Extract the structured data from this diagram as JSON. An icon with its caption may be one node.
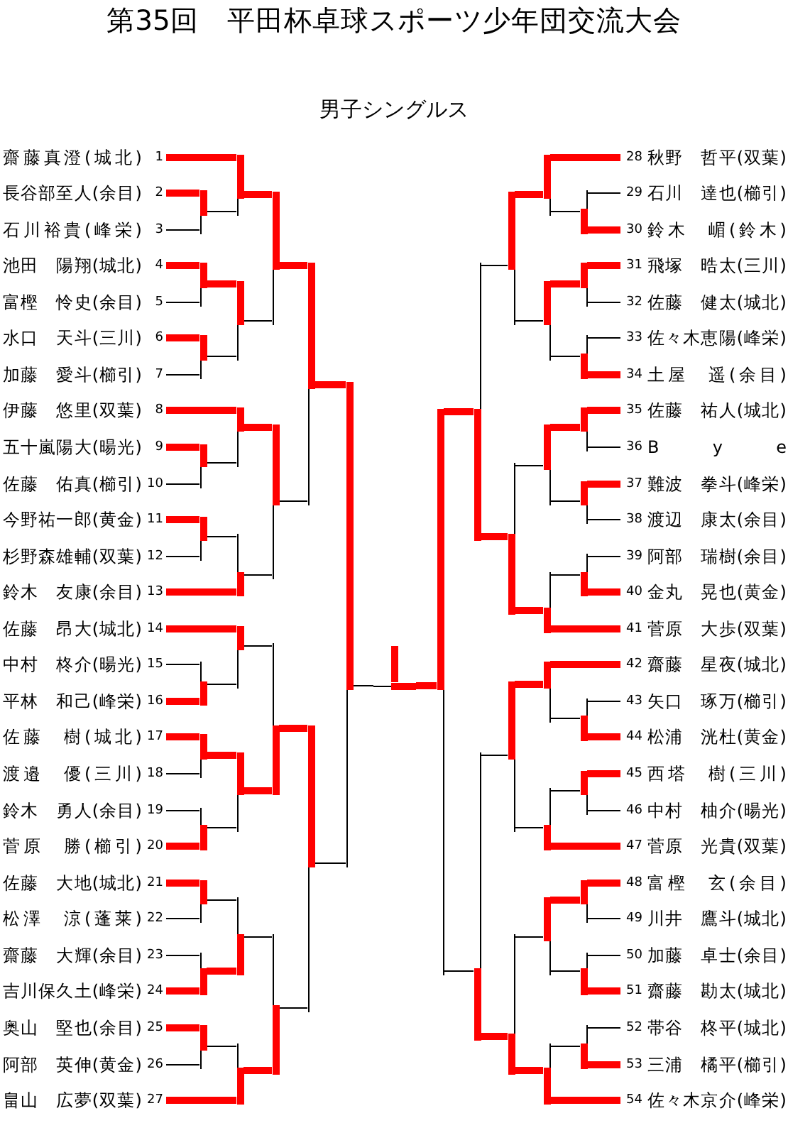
{
  "diagram": {
    "title": "第35回　平田杯卓球スポーツ少年団交流大会",
    "labels": [
      "男子シングルス"
    ],
    "nodes": [
      {
        "text": [
          "齋藤真澄(城北)"
        ],
        "beside": [
          "1"
        ]
      },
      {
        "text": [
          "長谷部至人(余目)"
        ],
        "beside": [
          "2"
        ]
      },
      {
        "text": [
          "石川裕貴(峰栄)"
        ],
        "beside": [
          "3"
        ]
      },
      {
        "text": [
          "池田　陽翔(城北)"
        ],
        "beside": [
          "4"
        ]
      },
      {
        "text": [
          "富樫　怜史(余目)"
        ],
        "beside": [
          "5"
        ]
      },
      {
        "text": [
          "水口　天斗(三川)"
        ],
        "beside": [
          "6"
        ]
      },
      {
        "text": [
          "加藤　愛斗(櫛引)"
        ],
        "beside": [
          "7"
        ]
      },
      {
        "text": [
          "伊藤　悠里(双葉)"
        ],
        "beside": [
          "8"
        ]
      },
      {
        "text": [
          "五十嵐陽大(暘光)"
        ],
        "beside": [
          "9"
        ]
      },
      {
        "text": [
          "佐藤　佑真(櫛引)"
        ],
        "beside": [
          "10"
        ]
      },
      {
        "text": [
          "今野祐一郎(黄金)"
        ],
        "beside": [
          "11"
        ]
      },
      {
        "text": [
          "杉野森雄輔(双葉)"
        ],
        "beside": [
          "12"
        ]
      },
      {
        "text": [
          "鈴木　友康(余目)"
        ],
        "beside": [
          "13"
        ]
      },
      {
        "text": [
          "佐藤　昂大(城北)"
        ],
        "beside": [
          "14"
        ]
      },
      {
        "text": [
          "中村　柊介(暘光)"
        ],
        "beside": [
          "15"
        ]
      },
      {
        "text": [
          "平林　和己(峰栄)"
        ],
        "beside": [
          "16"
        ]
      },
      {
        "text": [
          "佐藤　樹(城北)"
        ],
        "beside": [
          "17"
        ]
      },
      {
        "text": [
          "渡邉　優(三川)"
        ],
        "beside": [
          "18"
        ]
      },
      {
        "text": [
          "鈴木　勇人(余目)"
        ],
        "beside": [
          "19"
        ]
      },
      {
        "text": [
          "菅原　勝(櫛引)"
        ],
        "beside": [
          "20"
        ]
      },
      {
        "text": [
          "佐藤　大地(城北)"
        ],
        "beside": [
          "21"
        ]
      },
      {
        "text": [
          "松澤　涼(蓬莱)"
        ],
        "beside": [
          "22"
        ]
      },
      {
        "text": [
          "齋藤　大輝(余目)"
        ],
        "beside": [
          "23"
        ]
      },
      {
        "text": [
          "吉川保久土(峰栄)"
        ],
        "beside": [
          "24"
        ]
      },
      {
        "text": [
          "奥山　堅也(余目)"
        ],
        "beside": [
          "25"
        ]
      },
      {
        "text": [
          "阿部　英伸(黄金)"
        ],
        "beside": [
          "26"
        ]
      },
      {
        "text": [
          "畠山　広夢(双葉)"
        ],
        "beside": [
          "27"
        ]
      },
      {
        "text": [
          "秋野　哲平(双葉)"
        ],
        "beside": [
          "28"
        ]
      },
      {
        "text": [
          "石川　達也(櫛引)"
        ],
        "beside": [
          "29"
        ]
      },
      {
        "text": [
          "鈴木　嵋(鈴木)"
        ],
        "beside": [
          "30"
        ]
      },
      {
        "text": [
          "飛塚　晧太(三川)"
        ],
        "beside": [
          "31"
        ]
      },
      {
        "text": [
          "佐藤　健太(城北)"
        ],
        "beside": [
          "32"
        ]
      },
      {
        "text": [
          "佐々木恵陽(峰栄)"
        ],
        "beside": [
          "33"
        ]
      },
      {
        "text": [
          "土屋　遥(余目)"
        ],
        "beside": [
          "34"
        ]
      },
      {
        "text": [
          "佐藤　祐人(城北)"
        ],
        "beside": [
          "35"
        ]
      },
      {
        "text": [
          "B y e"
        ],
        "beside": [
          "36"
        ]
      },
      {
        "text": [
          "難波　拳斗(峰栄)"
        ],
        "beside": [
          "37"
        ]
      },
      {
        "text": [
          "渡辺　康太(余目)"
        ],
        "beside": [
          "38"
        ]
      },
      {
        "text": [
          "阿部　瑞樹(余目)"
        ],
        "beside": [
          "39"
        ]
      },
      {
        "text": [
          "金丸　晃也(黄金)"
        ],
        "beside": [
          "40"
        ]
      },
      {
        "text": [
          "菅原　大歩(双葉)"
        ],
        "beside": [
          "41"
        ]
      },
      {
        "text": [
          "齋藤　星夜(城北)"
        ],
        "beside": [
          "42"
        ]
      },
      {
        "text": [
          "矢口　琢万(櫛引)"
        ],
        "beside": [
          "43"
        ]
      },
      {
        "text": [
          "松浦　洸杜(黄金)"
        ],
        "beside": [
          "44"
        ]
      },
      {
        "text": [
          "西塔　樹(三川)"
        ],
        "beside": [
          "45"
        ]
      },
      {
        "text": [
          "中村　柚介(暘光)"
        ],
        "beside": [
          "46"
        ]
      },
      {
        "text": [
          "菅原　光貴(双葉)"
        ],
        "beside": [
          "47"
        ]
      },
      {
        "text": [
          "富樫　玄(余目)"
        ],
        "beside": [
          "48"
        ]
      },
      {
        "text": [
          "川井　鷹斗(城北)"
        ],
        "beside": [
          "49"
        ]
      },
      {
        "text": [
          "加藤　卓士(余目)"
        ],
        "beside": [
          "50"
        ]
      },
      {
        "text": [
          "齋藤　勘太(城北)"
        ],
        "beside": [
          "51"
        ]
      },
      {
        "text": [
          "帯谷　柊平(城北)"
        ],
        "beside": [
          "52"
        ]
      },
      {
        "text": [
          "三浦　橘平(櫛引)"
        ],
        "beside": [
          "53"
        ]
      },
      {
        "text": [
          "佐々木京介(峰栄)"
        ],
        "beside": [
          "54"
        ]
      },
      {
        "text": [],
        "shape": "bar"
      },
      {
        "text": [],
        "shape": "bar"
      },
      {
        "text": [],
        "shape": "bar"
      },
      {
        "text": [],
        "shape": "bar"
      },
      {
        "text": [],
        "shape": "bar"
      },
      {
        "text": [],
        "shape": "bar"
      },
      {
        "text": [],
        "shape": "bar"
      },
      {
        "text": [],
        "shape": "bar"
      },
      {
        "text": [],
        "shape": "bar"
      },
      {
        "text": [],
        "shape": "bar"
      },
      {
        "text": [],
        "shape": "bar"
      },
      {
        "text": [],
        "shape": "bar"
      },
      {
        "text": [],
        "shape": "bar"
      },
      {
        "text": [],
        "shape": "bar"
      },
      {
        "text": [],
        "shape": "bar"
      },
      {
        "text": [],
        "shape": "bar"
      },
      {
        "text": [],
        "shape": "bar"
      },
      {
        "text": [],
        "shape": "bar"
      },
      {
        "text": [],
        "shape": "bar"
      },
      {
        "text": [],
        "shape": "bar"
      },
      {
        "text": [],
        "shape": "bar"
      },
      {
        "text": [],
        "shape": "bar"
      },
      {
        "text": [],
        "shape": "bar"
      },
      {
        "text": [],
        "shape": "bar"
      },
      {
        "text": [],
        "shape": "bar"
      },
      {
        "text": [],
        "shape": "bar"
      },
      {
        "text": [],
        "shape": "bar"
      },
      {
        "text": [],
        "shape": "bar"
      },
      {
        "text": [],
        "shape": "bar"
      },
      {
        "text": [],
        "shape": "bar"
      },
      {
        "text": [],
        "shape": "bar"
      },
      {
        "text": [],
        "shape": "bar"
      },
      {
        "text": [],
        "shape": "bar"
      },
      {
        "text": [],
        "shape": "bar"
      },
      {
        "text": [],
        "shape": "bar"
      },
      {
        "text": [],
        "shape": "bar"
      },
      {
        "text": [],
        "shape": "bar"
      },
      {
        "text": [],
        "shape": "bar"
      },
      {
        "text": [],
        "shape": "bar"
      },
      {
        "text": [],
        "shape": "bar"
      },
      {
        "text": [],
        "shape": "bar"
      },
      {
        "text": [],
        "shape": "bar"
      },
      {
        "text": [],
        "shape": "bar"
      },
      {
        "text": [],
        "shape": "bar"
      },
      {
        "text": [],
        "shape": "bar"
      },
      {
        "text": [],
        "shape": "bar"
      },
      {
        "text": [],
        "shape": "bar"
      },
      {
        "text": [],
        "shape": "bar"
      },
      {
        "text": [],
        "shape": "bar"
      },
      {
        "text": [],
        "shape": "bar"
      },
      {
        "text": [],
        "shape": "bar"
      },
      {
        "text": [],
        "shape": "bar"
      },
      {
        "text": [],
        "shape": "bar"
      }
    ],
    "edges": [
      {
        "from": 1,
        "to": 54,
        "arrow": "none"
      },
      {
        "from": 2,
        "to": 54,
        "arrow": "none",
        "color": "#000000"
      },
      {
        "from": 0,
        "to": 55,
        "arrow": "none"
      },
      {
        "from": 54,
        "to": 55,
        "arrow": "none",
        "color": "#000000"
      },
      {
        "from": 3,
        "to": 56,
        "arrow": "none"
      },
      {
        "from": 4,
        "to": 56,
        "arrow": "none",
        "color": "#000000"
      },
      {
        "from": 5,
        "to": 57,
        "arrow": "none"
      },
      {
        "from": 6,
        "to": 57,
        "arrow": "none",
        "color": "#000000"
      },
      {
        "from": 56,
        "to": 58,
        "arrow": "none"
      },
      {
        "from": 57,
        "to": 58,
        "arrow": "none",
        "color": "#000000"
      },
      {
        "from": 55,
        "to": 59,
        "arrow": "none"
      },
      {
        "from": 58,
        "to": 59,
        "arrow": "none",
        "color": "#000000"
      },
      {
        "from": 8,
        "to": 60,
        "arrow": "none"
      },
      {
        "from": 9,
        "to": 60,
        "arrow": "none",
        "color": "#000000"
      },
      {
        "from": 7,
        "to": 61,
        "arrow": "none"
      },
      {
        "from": 60,
        "to": 61,
        "arrow": "none",
        "color": "#000000"
      },
      {
        "from": 10,
        "to": 62,
        "arrow": "none"
      },
      {
        "from": 11,
        "to": 62,
        "arrow": "none",
        "color": "#000000"
      },
      {
        "from": 62,
        "to": 63,
        "arrow": "none",
        "color": "#000000"
      },
      {
        "from": 12,
        "to": 63,
        "arrow": "none"
      },
      {
        "from": 61,
        "to": 64,
        "arrow": "none"
      },
      {
        "from": 63,
        "to": 64,
        "arrow": "none",
        "color": "#000000"
      },
      {
        "from": 59,
        "to": 65,
        "arrow": "none"
      },
      {
        "from": 64,
        "to": 65,
        "arrow": "none",
        "color": "#000000"
      },
      {
        "from": 14,
        "to": 66,
        "arrow": "none",
        "color": "#000000"
      },
      {
        "from": 15,
        "to": 66,
        "arrow": "none"
      },
      {
        "from": 13,
        "to": 67,
        "arrow": "none"
      },
      {
        "from": 66,
        "to": 67,
        "arrow": "none",
        "color": "#000000"
      },
      {
        "from": 16,
        "to": 68,
        "arrow": "none"
      },
      {
        "from": 17,
        "to": 68,
        "arrow": "none",
        "color": "#000000"
      },
      {
        "from": 18,
        "to": 69,
        "arrow": "none",
        "color": "#000000"
      },
      {
        "from": 19,
        "to": 69,
        "arrow": "none"
      },
      {
        "from": 68,
        "to": 70,
        "arrow": "none"
      },
      {
        "from": 69,
        "to": 70,
        "arrow": "none",
        "color": "#000000"
      },
      {
        "from": 67,
        "to": 71,
        "arrow": "none",
        "color": "#000000"
      },
      {
        "from": 70,
        "to": 71,
        "arrow": "none"
      },
      {
        "from": 20,
        "to": 72,
        "arrow": "none"
      },
      {
        "from": 21,
        "to": 72,
        "arrow": "none",
        "color": "#000000"
      },
      {
        "from": 22,
        "to": 73,
        "arrow": "none",
        "color": "#000000"
      },
      {
        "from": 23,
        "to": 73,
        "arrow": "none"
      },
      {
        "from": 72,
        "to": 74,
        "arrow": "none",
        "color": "#000000"
      },
      {
        "from": 73,
        "to": 74,
        "arrow": "none"
      },
      {
        "from": 24,
        "to": 75,
        "arrow": "none"
      },
      {
        "from": 25,
        "to": 75,
        "arrow": "none",
        "color": "#000000"
      },
      {
        "from": 75,
        "to": 76,
        "arrow": "none",
        "color": "#000000"
      },
      {
        "from": 26,
        "to": 76,
        "arrow": "none"
      },
      {
        "from": 74,
        "to": 77,
        "arrow": "none",
        "color": "#000000"
      },
      {
        "from": 76,
        "to": 77,
        "arrow": "none"
      },
      {
        "from": 71,
        "to": 78,
        "arrow": "none"
      },
      {
        "from": 77,
        "to": 78,
        "arrow": "none",
        "color": "#000000"
      },
      {
        "from": 65,
        "to": 79,
        "arrow": "none"
      },
      {
        "from": 78,
        "to": 79,
        "arrow": "none",
        "color": "#000000"
      },
      {
        "from": 28,
        "to": 80,
        "arrow": "none",
        "color": "#000000"
      },
      {
        "from": 29,
        "to": 80,
        "arrow": "none"
      },
      {
        "from": 27,
        "to": 81,
        "arrow": "none"
      },
      {
        "from": 80,
        "to": 81,
        "arrow": "none",
        "color": "#000000"
      },
      {
        "from": 30,
        "to": 82,
        "arrow": "none"
      },
      {
        "from": 31,
        "to": 82,
        "arrow": "none",
        "color": "#000000"
      },
      {
        "from": 32,
        "to": 83,
        "arrow": "none",
        "color": "#000000"
      },
      {
        "from": 33,
        "to": 83,
        "arrow": "none"
      },
      {
        "from": 82,
        "to": 84,
        "arrow": "none"
      },
      {
        "from": 83,
        "to": 84,
        "arrow": "none",
        "color": "#000000"
      },
      {
        "from": 81,
        "to": 85,
        "arrow": "none"
      },
      {
        "from": 84,
        "to": 85,
        "arrow": "none",
        "color": "#000000"
      },
      {
        "from": 34,
        "to": 86,
        "arrow": "none"
      },
      {
        "from": 35,
        "to": 86,
        "arrow": "none",
        "color": "#000000"
      },
      {
        "from": 36,
        "to": 87,
        "arrow": "none"
      },
      {
        "from": 37,
        "to": 87,
        "arrow": "none",
        "color": "#000000"
      },
      {
        "from": 86,
        "to": 88,
        "arrow": "none"
      },
      {
        "from": 87,
        "to": 88,
        "arrow": "none",
        "color": "#000000"
      },
      {
        "from": 38,
        "to": 89,
        "arrow": "none",
        "color": "#000000"
      },
      {
        "from": 39,
        "to": 89,
        "arrow": "none"
      },
      {
        "from": 89,
        "to": 90,
        "arrow": "none",
        "color": "#000000"
      },
      {
        "from": 40,
        "to": 90,
        "arrow": "none"
      },
      {
        "from": 88,
        "to": 91,
        "arrow": "none",
        "color": "#000000"
      },
      {
        "from": 90,
        "to": 91,
        "arrow": "none"
      },
      {
        "from": 85,
        "to": 92,
        "arrow": "none",
        "color": "#000000"
      },
      {
        "from": 91,
        "to": 92,
        "arrow": "none"
      },
      {
        "from": 42,
        "to": 93,
        "arrow": "none",
        "color": "#000000"
      },
      {
        "from": 43,
        "to": 93,
        "arrow": "none"
      },
      {
        "from": 41,
        "to": 94,
        "arrow": "none"
      },
      {
        "from": 93,
        "to": 94,
        "arrow": "none",
        "color": "#000000"
      },
      {
        "from": 44,
        "to": 95,
        "arrow": "none"
      },
      {
        "from": 45,
        "to": 95,
        "arrow": "none",
        "color": "#000000"
      },
      {
        "from": 95,
        "to": 96,
        "arrow": "none",
        "color": "#000000"
      },
      {
        "from": 46,
        "to": 96,
        "arrow": "none"
      },
      {
        "from": 94,
        "to": 97,
        "arrow": "none"
      },
      {
        "from": 96,
        "to": 97,
        "arrow": "none",
        "color": "#000000"
      },
      {
        "from": 47,
        "to": 98,
        "arrow": "none"
      },
      {
        "from": 48,
        "to": 98,
        "arrow": "none",
        "color": "#000000"
      },
      {
        "from": 49,
        "to": 99,
        "arrow": "none",
        "color": "#000000"
      },
      {
        "from": 50,
        "to": 99,
        "arrow": "none"
      },
      {
        "from": 98,
        "to": 100,
        "arrow": "none"
      },
      {
        "from": 99,
        "to": 100,
        "arrow": "none",
        "color": "#000000"
      },
      {
        "from": 51,
        "to": 101,
        "arrow": "none",
        "color": "#000000"
      },
      {
        "from": 52,
        "to": 101,
        "arrow": "none"
      },
      {
        "from": 101,
        "to": 102,
        "arrow": "none",
        "color": "#000000"
      },
      {
        "from": 53,
        "to": 102,
        "arrow": "none"
      },
      {
        "from": 100,
        "to": 103,
        "arrow": "none",
        "color": "#000000"
      },
      {
        "from": 102,
        "to": 103,
        "arrow": "none"
      },
      {
        "from": 97,
        "to": 104,
        "arrow": "none",
        "color": "#000000"
      },
      {
        "from": 103,
        "to": 104,
        "arrow": "none"
      },
      {
        "from": 92,
        "to": 105,
        "arrow": "none"
      },
      {
        "from": 104,
        "to": 105,
        "arrow": "none",
        "color": "#000000"
      },
      {
        "from": 79,
        "to": 106,
        "arrow": "none",
        "color": "#000000"
      },
      {
        "from": 105,
        "to": 106,
        "arrow": "none"
      },
      {
        "from": 106,
        "to": null,
        "arrow": "none"
      }
    ]
  }
}
